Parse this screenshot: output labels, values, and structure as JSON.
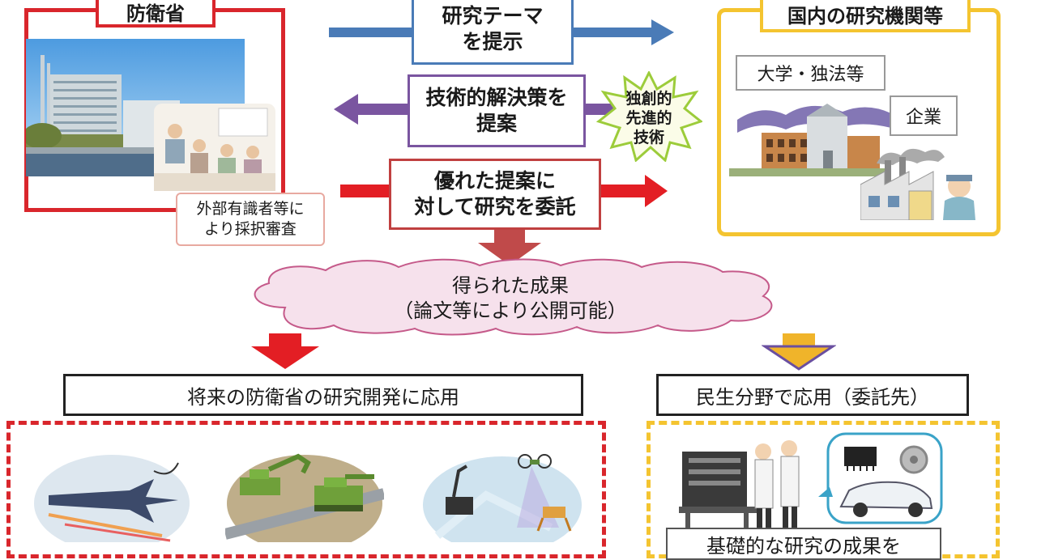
{
  "mod": {
    "title": "防衛省",
    "review_note_line1": "外部有識者等に",
    "review_note_line2": "より採択審査"
  },
  "institutions": {
    "title": "国内の研究機関等",
    "university_label": "大学・独法等",
    "company_label": "企業"
  },
  "flow": {
    "theme_line1": "研究テーマ",
    "theme_line2": "を提示",
    "solution_line1": "技術的解決策を",
    "solution_line2": "提案",
    "commission_line1": "優れた提案に",
    "commission_line2": "対して研究を委託",
    "burst_line1": "独創的",
    "burst_line2": "先進的",
    "burst_line3": "技術"
  },
  "results": {
    "line1": "得られた成果",
    "line2": "（論文等により公開可能）"
  },
  "application": {
    "defense_label": "将来の防衛省の研究開発に応用",
    "civil_label": "民生分野で応用（委託先）",
    "civil_caption": "基礎的な研究の成果を"
  },
  "colors": {
    "mod_red": "#d9262c",
    "inst_yellow": "#f4c430",
    "theme_blue": "#4a7bb7",
    "solution_purple": "#7a55a0",
    "commission_red": "#c04040",
    "cloud_pink": "#f3d9e6"
  },
  "icons": {
    "burst": "starburst-icon",
    "cloud": "cloud-shape",
    "arrow_down_red": "arrow-down-icon",
    "arrow_down_yellow": "arrow-down-icon"
  }
}
